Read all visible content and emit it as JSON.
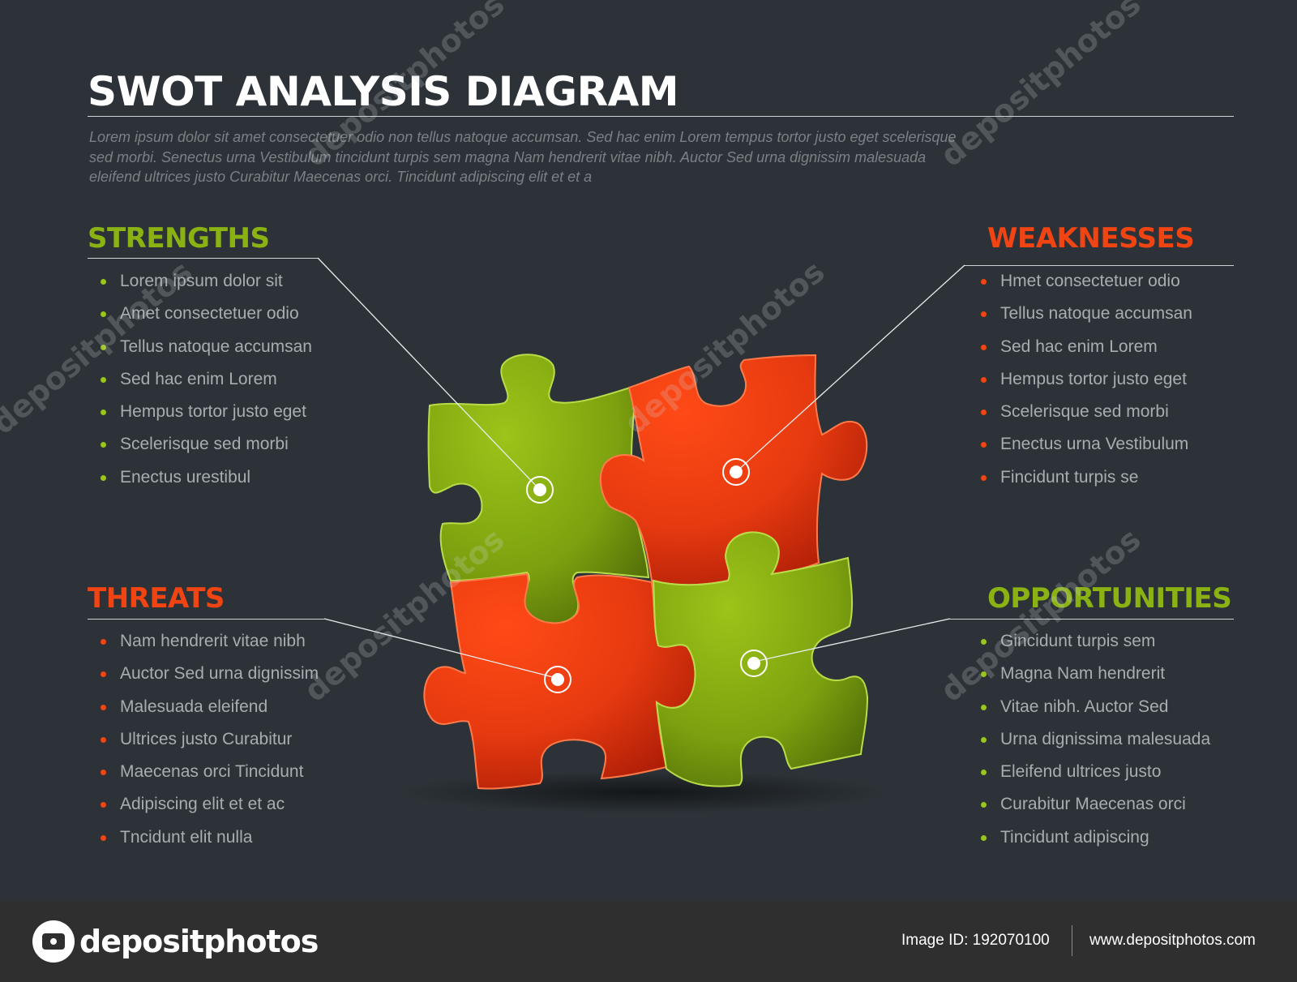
{
  "header": {
    "title": "SWOT ANALYSIS DIAGRAM",
    "description": "Lorem ipsum dolor sit amet consectetuer odio non tellus natoque accumsan. Sed hac enim Lorem tempus tortor justo eget scelerisque sed morbi. Senectus urna Vestibulum tincidunt turpis sem magna Nam hendrerit vitae nibh. Auctor Sed urna dignissim malesuada eleifend ultrices justo Curabitur Maecenas orci. Tincidunt adipiscing elit et et a"
  },
  "colors": {
    "background": "#2c3237",
    "green": "#8bb213",
    "red": "#f04413",
    "text": "#a7adb1"
  },
  "sections": {
    "strengths": {
      "title": "STRENGTHS",
      "items": [
        "Lorem ipsum dolor sit",
        "Amet consectetuer odio",
        "Tellus natoque accumsan",
        "Sed hac enim Lorem",
        "Hempus tortor justo eget",
        "Scelerisque sed morbi",
        "Enectus urestibul"
      ]
    },
    "weaknesses": {
      "title": "WEAKNESSES",
      "items": [
        "Hmet consectetuer odio",
        "Tellus natoque accumsan",
        "Sed hac enim Lorem",
        "Hempus tortor justo eget",
        "Scelerisque sed morbi",
        "Enectus urna Vestibulum",
        "Fincidunt turpis se"
      ]
    },
    "threats": {
      "title": "THREATS",
      "items": [
        "Nam hendrerit vitae nibh",
        "Auctor Sed urna dignissim",
        "Malesuada eleifend",
        "Ultrices justo Curabitur",
        "Maecenas orci Tincidunt",
        "Adipiscing elit et et ac",
        "Tncidunt elit nulla"
      ]
    },
    "opportunities": {
      "title": "OPPORTUNITIES",
      "items": [
        "Gincidunt turpis sem",
        "Magna Nam hendrerit",
        "Vitae nibh. Auctor Sed",
        "Urna dignissima malesuada",
        "Eleifend ultrices justo",
        "Curabitur Maecenas orci",
        "Tincidunt adipiscing"
      ]
    }
  },
  "watermark": {
    "text": "depositphotos"
  },
  "footer": {
    "brand": "depositphotos",
    "image_id": "Image ID: 192070100",
    "site": "www.depositphotos.com"
  }
}
